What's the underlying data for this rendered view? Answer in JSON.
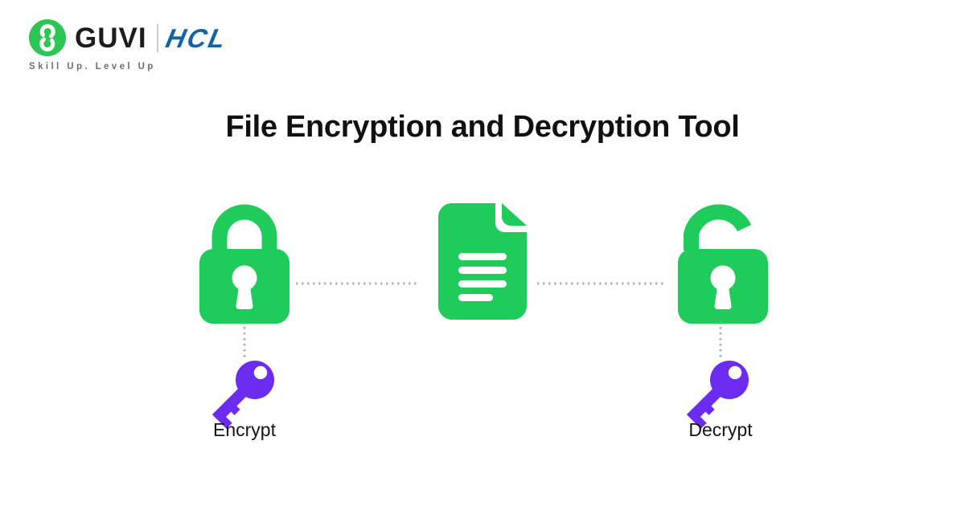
{
  "header": {
    "brand_name": "GUVI",
    "partner_name": "HCL",
    "tagline": "Skill Up. Level Up",
    "logo_icon": "guvi-chain-g-icon"
  },
  "title": "File Encryption and Decryption Tool",
  "diagram": {
    "nodes": [
      {
        "icon": "closed-padlock-icon",
        "label": "Encrypt"
      },
      {
        "icon": "document-icon",
        "label": ""
      },
      {
        "icon": "open-padlock-icon",
        "label": "Decrypt"
      }
    ],
    "encrypt_label": "Encrypt",
    "decrypt_label": "Decrypt",
    "key_icon": "key-icon",
    "connector_style": "dotted"
  },
  "colors": {
    "icon_green": "#1fcb5b",
    "key_purple": "#6b2cf0",
    "guvi_green": "#2bc653",
    "hcl_blue": "#1464a5",
    "connector_gray": "#b3b3b3",
    "title_black": "#111111",
    "tagline_gray": "#6f6f6f"
  }
}
